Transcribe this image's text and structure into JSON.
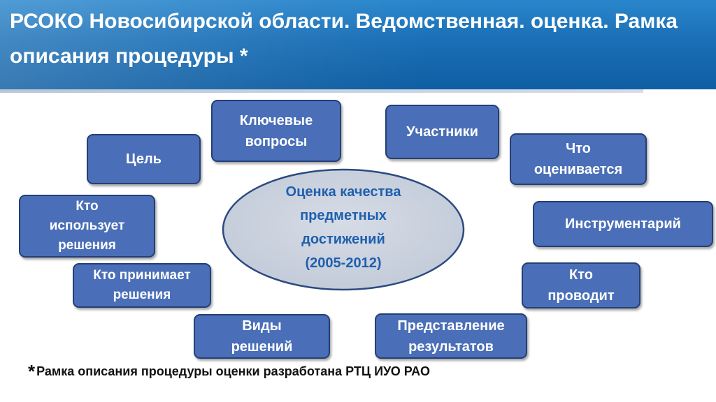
{
  "slide": {
    "title": "РСОКО Новосибирской области. Ведомственная. оценка. Рамка описания процедуры *",
    "footnote_star": "*",
    "footnote_text": "Рамка описания процедуры оценки разработана РТЦ ИУО РАО"
  },
  "diagram": {
    "center": "Оценка качества\nпредметных\nдостижений\n(2005-2012)",
    "nodes": {
      "key_questions": "Ключевые\nвопросы",
      "participants": "Участники",
      "goal": "Цель",
      "what_evaluated": "Что\nоценивается",
      "who_uses": "Кто\nиспользует\nрешения",
      "tools": "Инструментарий",
      "who_decides": "Кто принимает\nрешения",
      "who_conducts": "Кто\nпроводит",
      "decision_types": "Виды\nрешений",
      "results_presentation": "Представление\nрезультатов"
    }
  },
  "colors": {
    "header_blue": "#1a6fb6",
    "box_fill": "#4a6fb8",
    "box_border": "#243f75",
    "ellipse_fill": "#c9d0dd",
    "ellipse_border": "#2c4a80",
    "center_text": "#1f5fae"
  }
}
